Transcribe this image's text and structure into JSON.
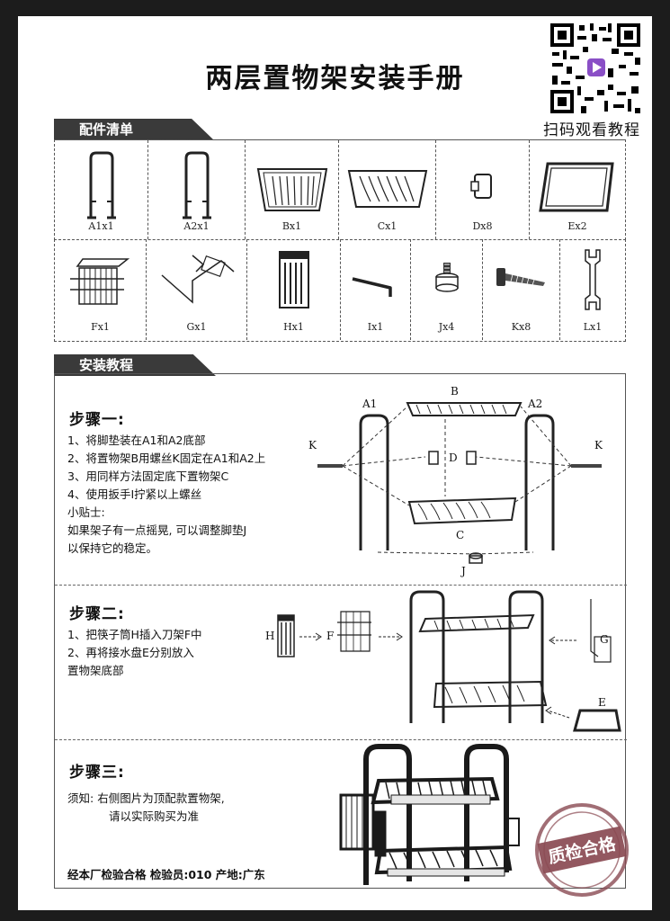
{
  "title": "两层置物架安装手册",
  "qr": {
    "caption": "扫码观看教程"
  },
  "parts_section": {
    "tab_label": "配件清单",
    "row1": [
      {
        "label": "A1x1",
        "icon": "side-frame-a1-icon"
      },
      {
        "label": "A2x1",
        "icon": "side-frame-a2-icon"
      },
      {
        "label": "Bx1",
        "icon": "upper-rack-icon"
      },
      {
        "label": "Cx1",
        "icon": "lower-rack-icon"
      },
      {
        "label": "Dx8",
        "icon": "connector-cap-icon"
      },
      {
        "label": "Ex2",
        "icon": "drip-tray-icon"
      }
    ],
    "row2": [
      {
        "label": "Fx1",
        "icon": "knife-rack-icon"
      },
      {
        "label": "Gx1",
        "icon": "hook-icon"
      },
      {
        "label": "Hx1",
        "icon": "chopstick-holder-icon"
      },
      {
        "label": "Ix1",
        "icon": "allen-key-icon"
      },
      {
        "label": "Jx4",
        "icon": "foot-pad-icon"
      },
      {
        "label": "Kx8",
        "icon": "screw-icon"
      },
      {
        "label": "Lx1",
        "icon": "wrench-icon"
      }
    ]
  },
  "install_section": {
    "tab_label": "安装教程",
    "step1": {
      "title": "步骤一:",
      "lines": [
        "1、将脚垫装在A1和A2底部",
        "2、将置物架B用螺丝K固定在A1和A2上",
        "3、用同样方法固定底下置物架C",
        "4、使用扳手I拧紧以上螺丝",
        "小贴士:",
        "如果架子有一点摇晃, 可以调整脚垫J",
        "以保持它的稳定。"
      ],
      "diagram_labels": {
        "b": "B",
        "a1": "A1",
        "a2": "A2",
        "k_left": "K",
        "k_right": "K",
        "d": "D",
        "c": "C",
        "j": "J"
      }
    },
    "step2": {
      "title": "步骤二:",
      "lines": [
        "1、把筷子筒H插入刀架F中",
        "2、再将接水盘E分别放入",
        "置物架底部"
      ],
      "diagram_labels": {
        "h": "H",
        "f": "F",
        "g": "G",
        "e": "E"
      }
    },
    "step3": {
      "title": "步骤三:",
      "note_prefix": "须知:",
      "note_line1": "右侧图片为顶配款置物架,",
      "note_line2": "请以实际购买为准"
    },
    "footer": "经本厂检验合格 检验员:010 产地:广东"
  },
  "stamp": {
    "text": "质检合格"
  },
  "colors": {
    "tab_bg": "#3a3a3a",
    "stamp": "#8a4a52",
    "page_bg": "#1c1c1c"
  }
}
